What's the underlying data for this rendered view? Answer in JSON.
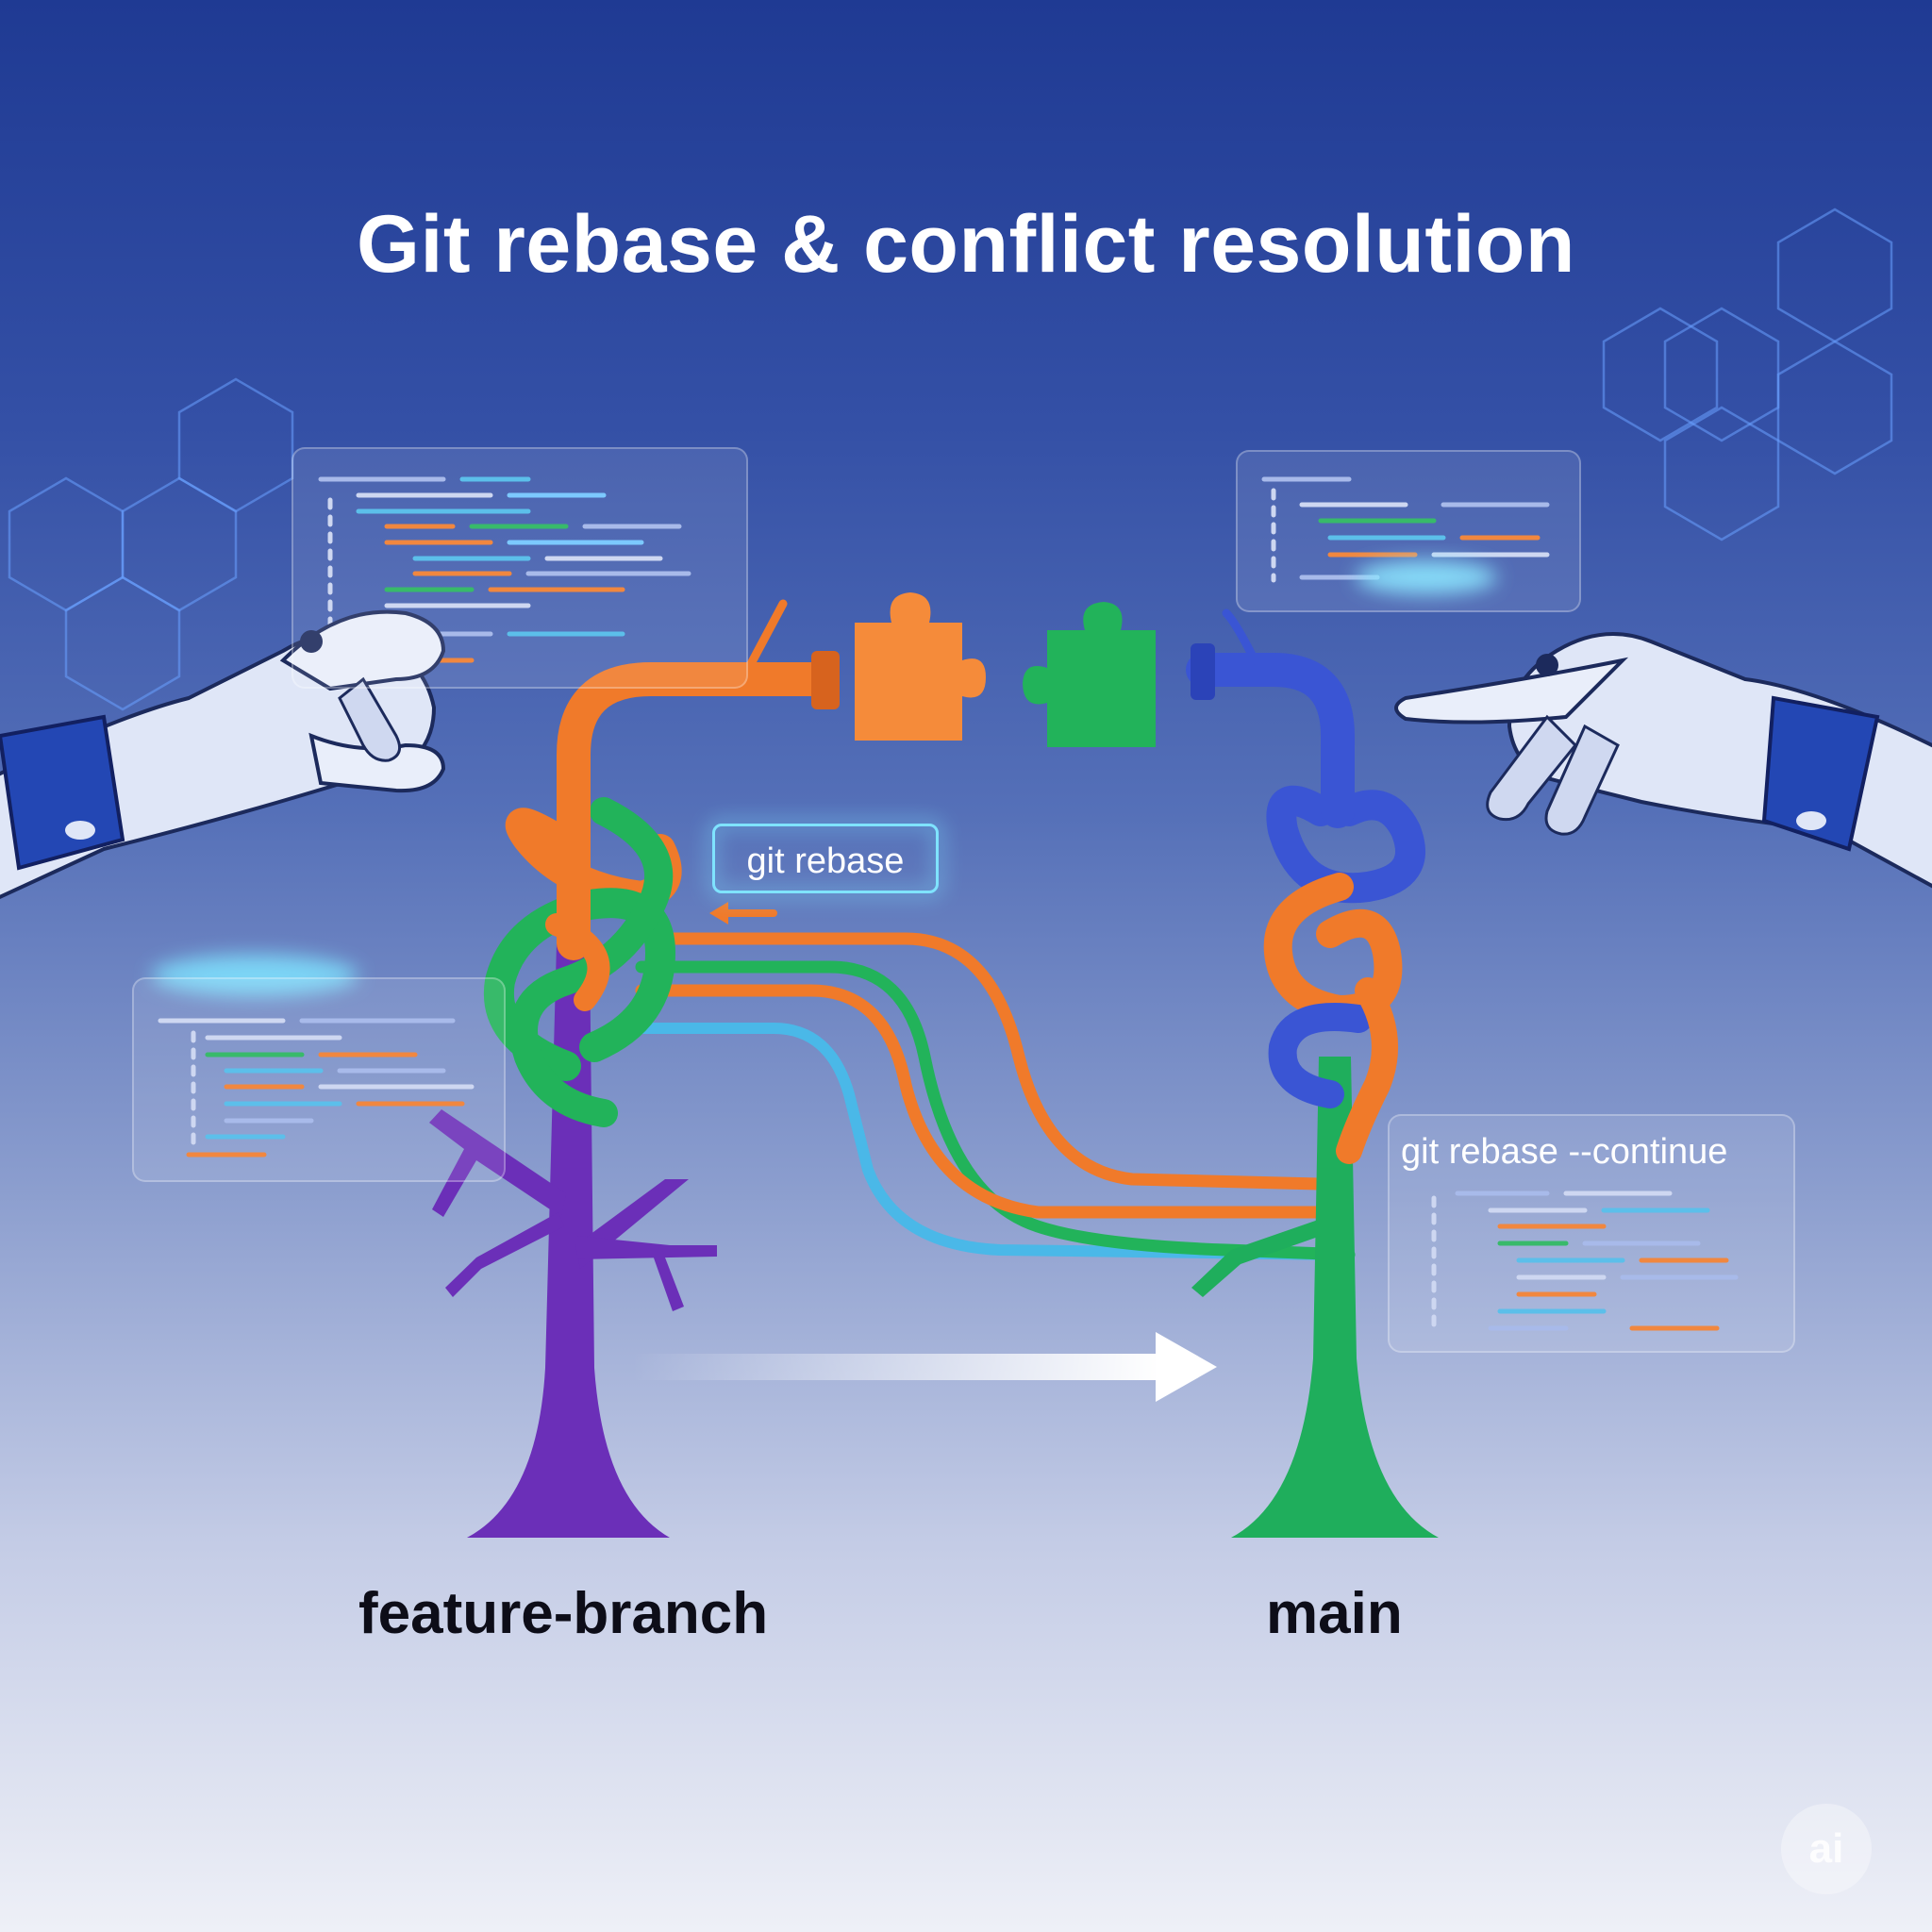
{
  "title": "Git rebase & conflict resolution",
  "branches": {
    "left": "feature-branch",
    "right": "main"
  },
  "commands": {
    "rebase": "git rebase",
    "continue": "git rebase --continue"
  },
  "colors": {
    "feature_trunk": "#6b2fb8",
    "main_trunk": "#1fae5c",
    "orange_strand": "#f07a2a",
    "green_strand": "#22b35a",
    "blue_strand": "#3a55d4",
    "cyan_strand": "#4ab8e8",
    "glow": "#7fe3ff"
  },
  "icons": [
    "puzzle-piece-orange",
    "puzzle-piece-green",
    "robot-hand-left",
    "robot-hand-right",
    "hexagon-network",
    "arrow-right-icon"
  ]
}
